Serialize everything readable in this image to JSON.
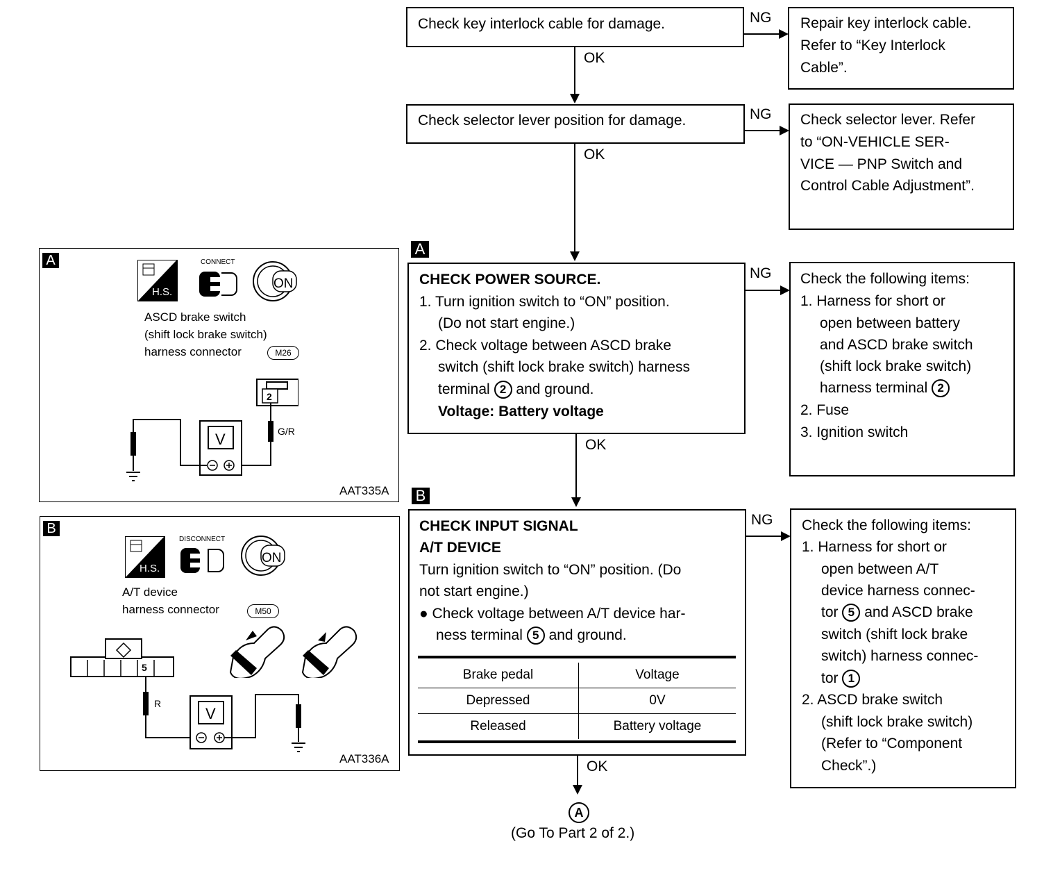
{
  "flow": {
    "step1": {
      "text": "Check key interlock cable for damage.",
      "ng_label": "NG",
      "ok_label": "OK",
      "ng_lines": [
        "Repair key interlock cable.",
        "Refer to “Key Interlock",
        "Cable”."
      ]
    },
    "step2": {
      "text": "Check selector lever position for damage.",
      "ng_label": "NG",
      "ok_label": "OK",
      "ng_lines": [
        "Check selector lever. Refer",
        "to “ON-VEHICLE SER-",
        "VICE — PNP Switch and",
        "Control Cable Adjustment”."
      ]
    },
    "step3": {
      "tag": "A",
      "title": "CHECK POWER SOURCE.",
      "l1": "1. Turn ignition switch to “ON” position.",
      "l2": "(Do not start engine.)",
      "l3": "2. Check voltage between ASCD brake",
      "l4": "switch (shift lock brake switch) harness",
      "l5a": "terminal",
      "l5num": "2",
      "l5b": "and ground.",
      "spec": "Voltage: Battery voltage",
      "ng_label": "NG",
      "ok_label": "OK",
      "ng": {
        "h": "Check the following items:",
        "a": "1. Harness for short or",
        "b": "open between battery",
        "c": "and ASCD brake switch",
        "d": "(shift lock brake switch)",
        "e": "harness terminal",
        "enum": "2",
        "f": "2. Fuse",
        "g": "3. Ignition switch"
      }
    },
    "step4": {
      "tag": "B",
      "title1": "CHECK INPUT SIGNAL",
      "title2": "A/T DEVICE",
      "l1": "Turn ignition switch to “ON” position. (Do",
      "l2": "not start engine.)",
      "l3": "● Check voltage between A/T device har-",
      "l4a": "ness terminal",
      "l4num": "5",
      "l4b": "and ground.",
      "table": {
        "headers": [
          "Brake pedal",
          "Voltage"
        ],
        "rows": [
          [
            "Depressed",
            "0V"
          ],
          [
            "Released",
            "Battery voltage"
          ]
        ]
      },
      "ng_label": "NG",
      "ok_label": "OK",
      "ng": {
        "h": "Check the following items:",
        "a": "1. Harness for short or",
        "b": "open between A/T",
        "c": "device harness connec-",
        "d1": "tor",
        "dnum": "5",
        "d2": "and ASCD brake",
        "e": "switch (shift lock brake",
        "f": "switch) harness connec-",
        "g1": "tor",
        "gnum": "1",
        "h2": "2. ASCD brake switch",
        "i": "(shift lock brake switch)",
        "j": "(Refer to “Component",
        "k": "Check”.)"
      }
    },
    "goto": {
      "symbol": "A",
      "text": "(Go To Part 2 of 2.)"
    }
  },
  "figA": {
    "tag": "A",
    "hs": "H.S.",
    "connect": "CONNECT",
    "on": "ON",
    "l1": "ASCD brake switch",
    "l2": "(shift lock brake switch)",
    "l3": "harness connector",
    "conn": "M26",
    "pin": "2",
    "wire": "G/R",
    "meter": "V",
    "code": "AAT335A"
  },
  "figB": {
    "tag": "B",
    "hs": "H.S.",
    "connect": "DISCONNECT",
    "on": "ON",
    "l1": "A/T device",
    "l2": "harness connector",
    "conn": "M50",
    "pin": "5",
    "wire": "R",
    "meter": "V",
    "code": "AAT336A"
  }
}
